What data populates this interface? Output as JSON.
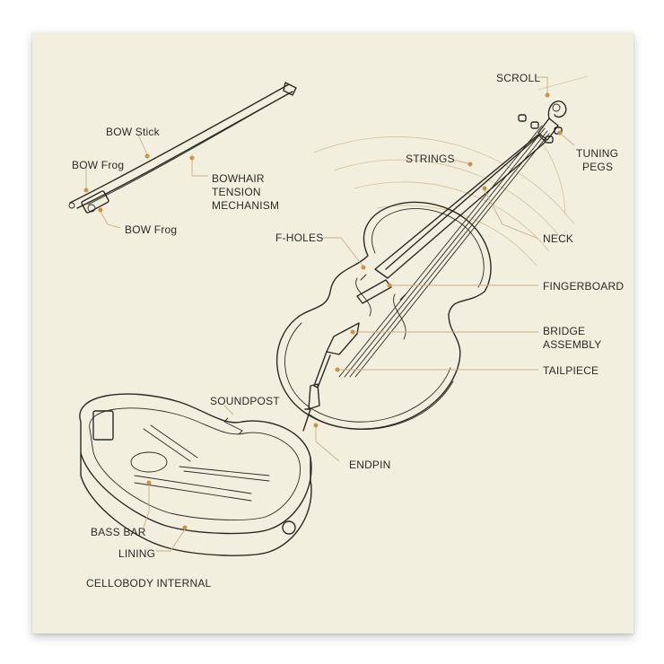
{
  "labels": {
    "scroll": "SCROLL",
    "tuning_pegs_1": "TUNING",
    "tuning_pegs_2": "PEGS",
    "strings": "STRINGS",
    "neck": "NECK",
    "f_holes": "F-HOLES",
    "fingerboard": "FINGERBOARD",
    "bridge_assembly_1": "BRIDGE",
    "bridge_assembly_2": "ASSEMBLY",
    "tailpiece": "TAILPIECE",
    "endpin": "ENDPIN",
    "soundpost": "SOUNDPOST",
    "bow_stick": "BOW Stick",
    "bow_frog_upper": "BOW Frog",
    "bow_frog_lower": "BOW Frog",
    "bowhair_1": "BOWHAIR",
    "bowhair_2": "TENSION",
    "bowhair_3": "MECHANISM",
    "bass_bar": "BASS BAR",
    "lining": "LINING",
    "cellobody_internal": "CELLOBODY INTERNAL"
  },
  "colors": {
    "paper": "#f3efde",
    "ink": "#2b2926",
    "leader": "#c9ae85",
    "marker": "#c9963f"
  }
}
